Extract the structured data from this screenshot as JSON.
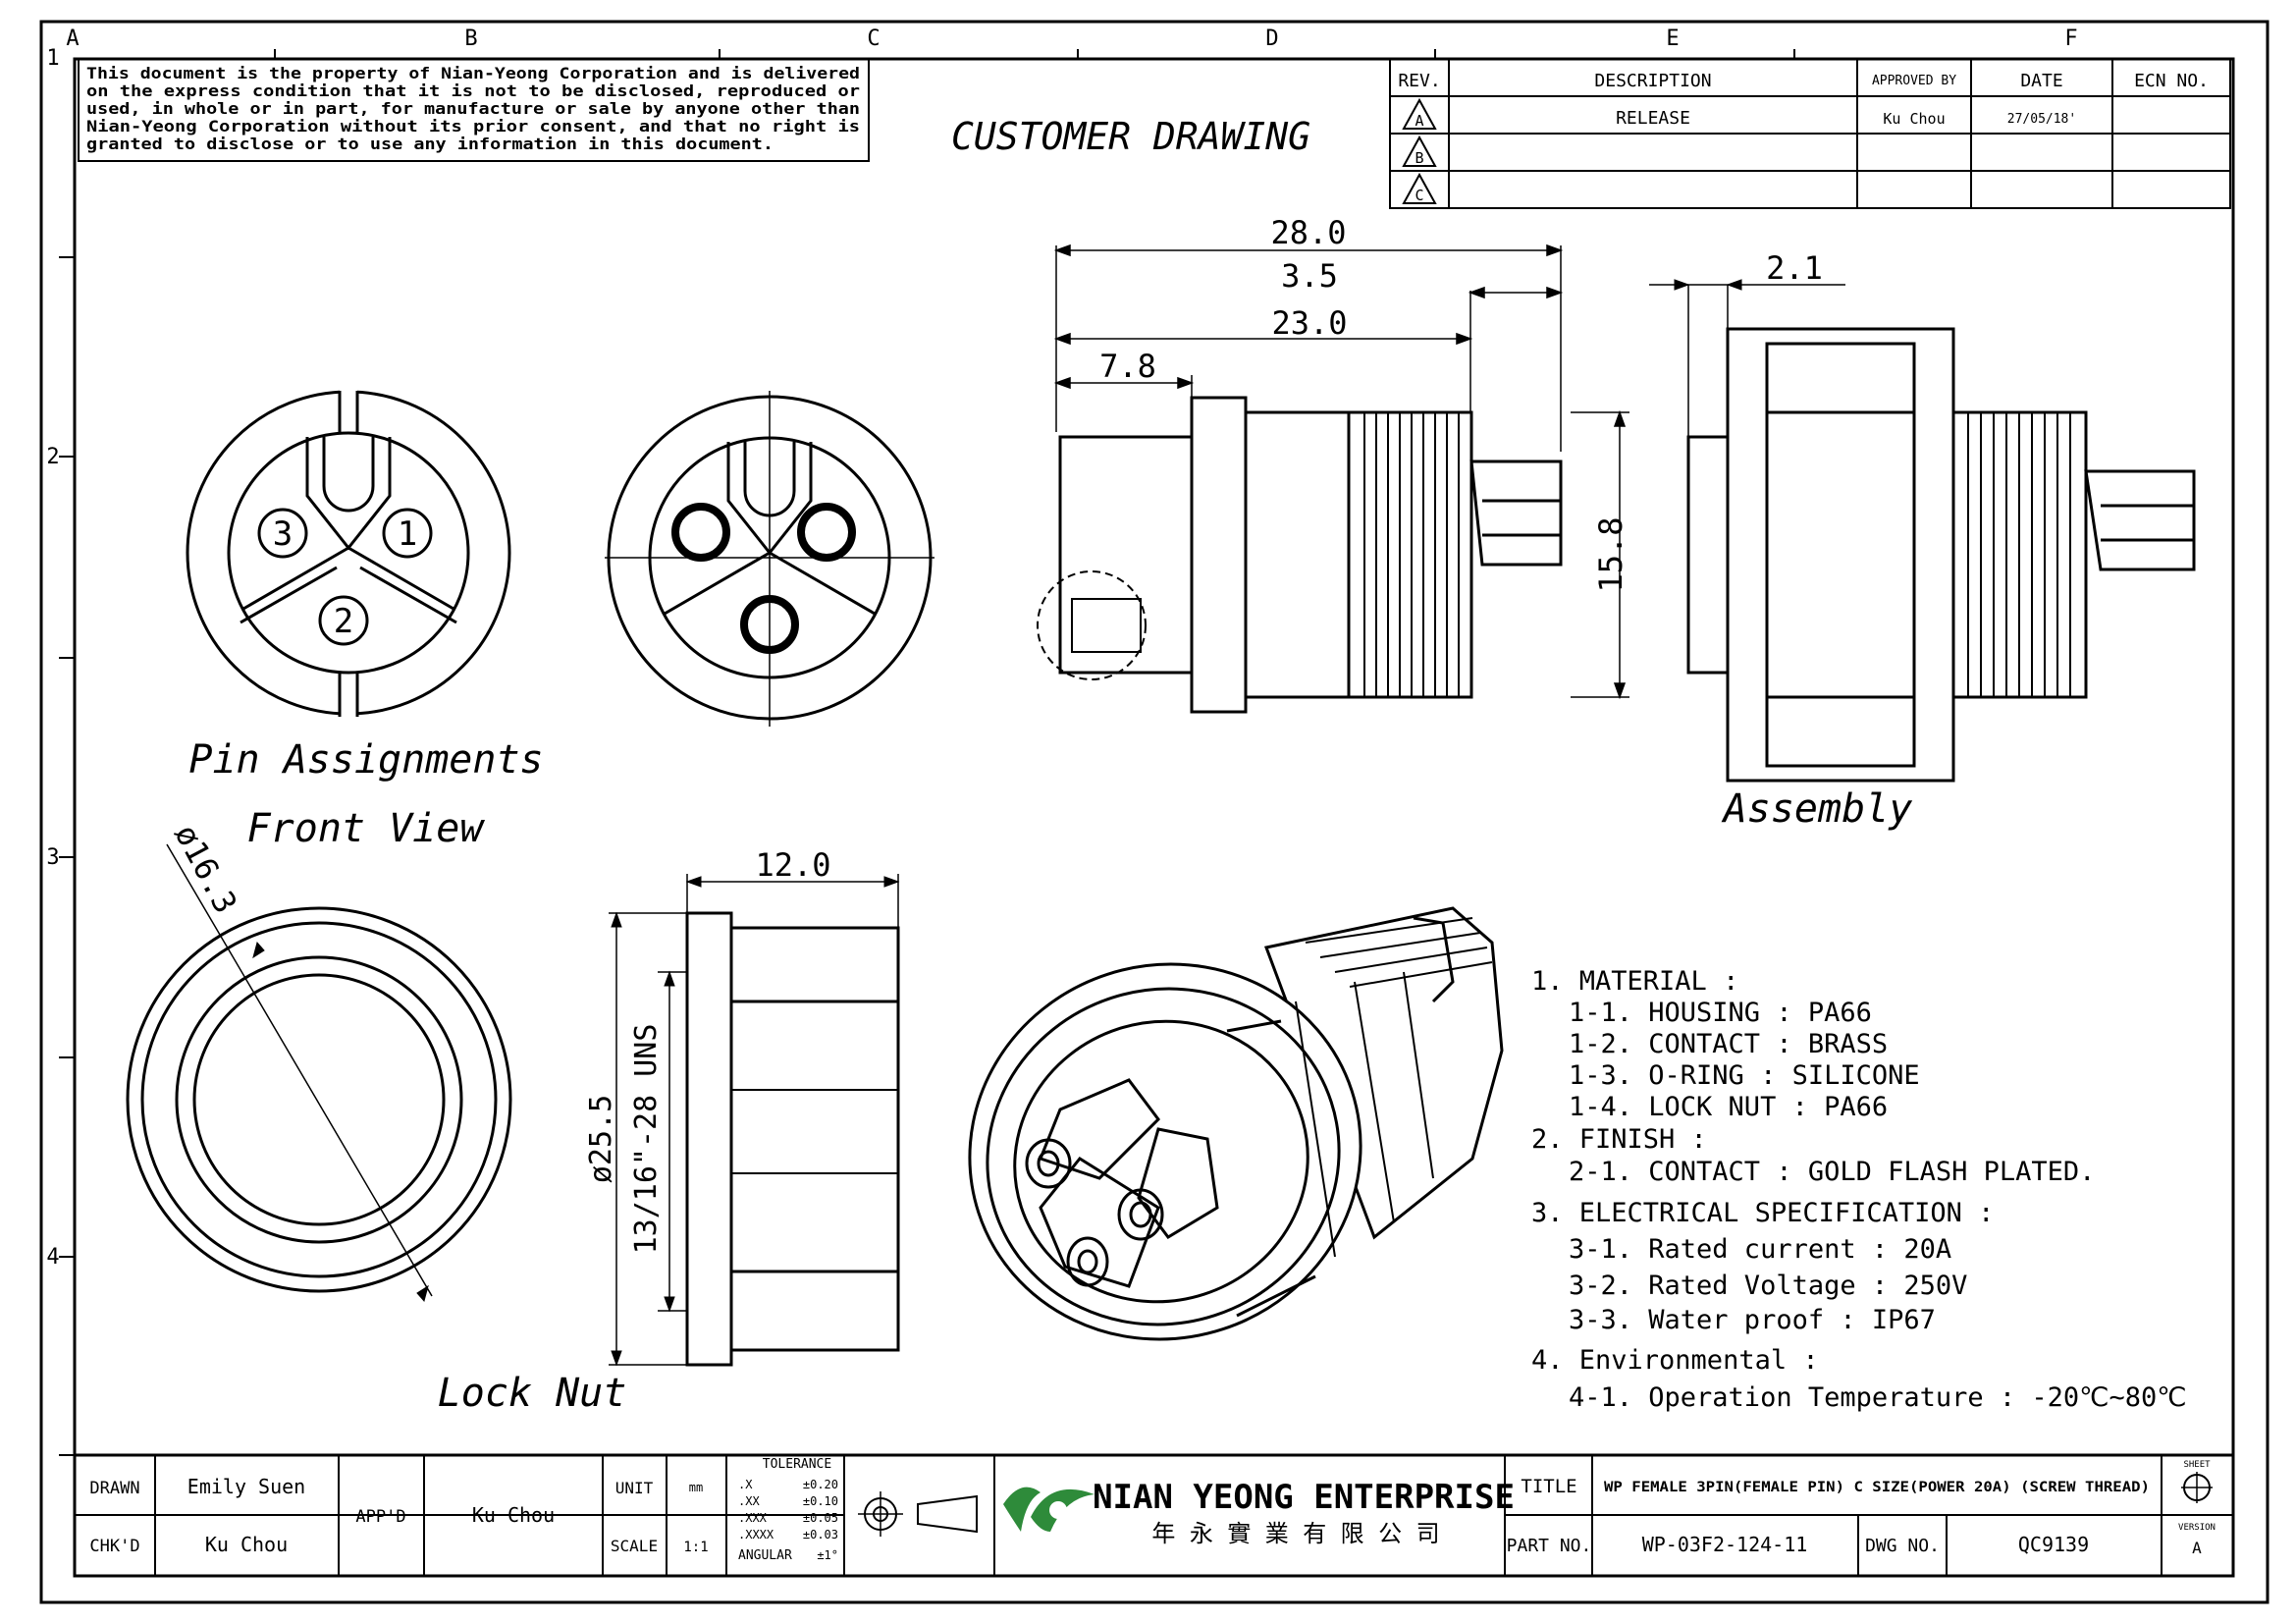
{
  "document": {
    "title": "CUSTOMER DRAWING",
    "notice_lines": [
      "This document is the property of Nian-Yeong Corporation and is delivered",
      "on  the  express condition that it is not to be disclosed, reproduced or",
      "used, in whole or in part, for manufacture or sale by anyone other than",
      "Nian-Yeong Corporation without  its prior consent, and that  no right  is",
      "granted to disclose or to use any information in this  document."
    ],
    "zone_letters": [
      "A",
      "B",
      "C",
      "D",
      "E",
      "F"
    ],
    "zone_numbers": [
      "1",
      "2",
      "3",
      "4"
    ]
  },
  "revision_table": {
    "headers": [
      "REV.",
      "DESCRIPTION",
      "APPROVED BY",
      "DATE",
      "ECN NO."
    ],
    "rows": [
      {
        "rev": "A",
        "description": "RELEASE",
        "approved_by": "Ku Chou",
        "date": "27/05/18'",
        "ecn": ""
      },
      {
        "rev": "B",
        "description": "",
        "approved_by": "",
        "date": "",
        "ecn": ""
      },
      {
        "rev": "C",
        "description": "",
        "approved_by": "",
        "date": "",
        "ecn": ""
      }
    ]
  },
  "views": {
    "pin_assignments": "Pin Assignments",
    "front_view": "Front View",
    "assembly": "Assembly",
    "lock_nut": "Lock Nut",
    "pin_numbers": [
      "1",
      "2",
      "3"
    ]
  },
  "dimensions": {
    "d_28": "28.0",
    "d_3_5": "3.5",
    "d_23": "23.0",
    "d_7_8": "7.8",
    "d_15_8": "15.8",
    "d_2_1": "2.1",
    "d_12": "12.0",
    "d_dia_16_3": "ø16.3",
    "d_dia_25_5": "ø25.5",
    "d_thread": "13/16\"-28 UNS"
  },
  "notes": [
    "1. MATERIAL :",
    "1-1. HOUSING : PA66",
    "1-2. CONTACT : BRASS",
    "1-3. O-RING : SILICONE",
    "1-4. LOCK NUT : PA66",
    "2. FINISH :",
    "2-1. CONTACT : GOLD FLASH PLATED.",
    "3. ELECTRICAL SPECIFICATION :",
    "3-1. Rated current : 20A",
    "3-2. Rated Voltage : 250V",
    "3-3. Water proof : IP67",
    "4. Environmental :",
    "4-1. Operation Temperature : -20℃~80℃"
  ],
  "title_block": {
    "drawn_label": "DRAWN",
    "drawn_value": "Emily Suen",
    "chkd_label": "CHK'D",
    "chkd_value": "Ku Chou",
    "appd_label": "APP'D",
    "appd_value": "Ku Chou",
    "unit_label": "UNIT",
    "unit_value": "mm",
    "scale_label": "SCALE",
    "scale_value": "1:1",
    "tolerance_title": "TOLERANCE",
    "tolerance_rows": [
      {
        "k": ".X",
        "v": "±0.20"
      },
      {
        "k": ".XX",
        "v": "±0.10"
      },
      {
        "k": ".XXX",
        "v": "±0.05"
      },
      {
        "k": ".XXXX",
        "v": "±0.03"
      },
      {
        "k": "ANGULAR",
        "v": "±1°"
      }
    ],
    "company": "NIAN YEONG ENTERPRISE",
    "company_cn": "年 永 實 業 有 限 公 司",
    "title_label": "TITLE",
    "title_value": "WP FEMALE 3PIN(FEMALE PIN) C SIZE(POWER 20A) (SCREW THREAD)",
    "part_label": "PART NO.",
    "part_value": "WP-03F2-124-11",
    "dwg_label": "DWG NO.",
    "dwg_value": "QC9139",
    "sheet_label": "SHEET",
    "version_label": "VERSION",
    "version_value": "A"
  },
  "colors": {
    "line": "#000000",
    "paper": "#ffffff",
    "logo_green": "#2e8b3a"
  }
}
